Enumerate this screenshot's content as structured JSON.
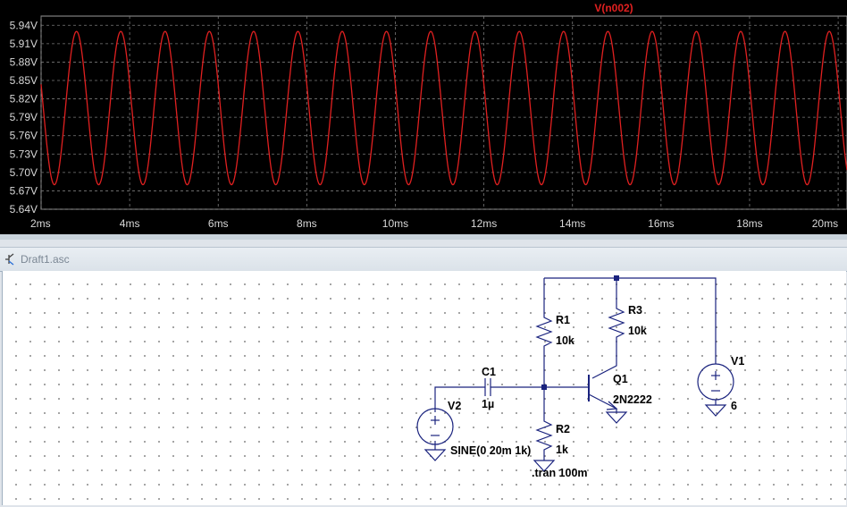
{
  "plot": {
    "trace_label": "V(n002)",
    "trace_color": "#e02020",
    "y_ticks": [
      "5.94V",
      "5.91V",
      "5.88V",
      "5.85V",
      "5.82V",
      "5.79V",
      "5.76V",
      "5.73V",
      "5.70V",
      "5.67V",
      "5.64V"
    ],
    "x_ticks": [
      "2ms",
      "4ms",
      "6ms",
      "8ms",
      "10ms",
      "12ms",
      "14ms",
      "16ms",
      "18ms",
      "20ms"
    ],
    "chart_data": {
      "type": "line",
      "title": "V(n002)",
      "xlim": [
        2,
        20.2
      ],
      "ylim": [
        5.64,
        5.955
      ],
      "x_unit": "ms",
      "y_unit": "V",
      "grid": true,
      "series": [
        {
          "name": "V(n002)",
          "frequency_khz": 1,
          "max": 5.93,
          "min": 5.68,
          "first_peak_ms": 2.8
        }
      ]
    }
  },
  "schematic_window": {
    "title": "Draft1.asc"
  },
  "components": {
    "r1": {
      "name": "R1",
      "value": "10k"
    },
    "r2": {
      "name": "R2",
      "value": "1k"
    },
    "r3": {
      "name": "R3",
      "value": "10k"
    },
    "c1": {
      "name": "C1",
      "value": "1µ"
    },
    "q1": {
      "name": "Q1",
      "value": "2N2222"
    },
    "v1": {
      "name": "V1",
      "value": "6"
    },
    "v2": {
      "name": "V2",
      "value": "SINE(0 20m 1k)"
    },
    "directive": ".tran 100m"
  }
}
